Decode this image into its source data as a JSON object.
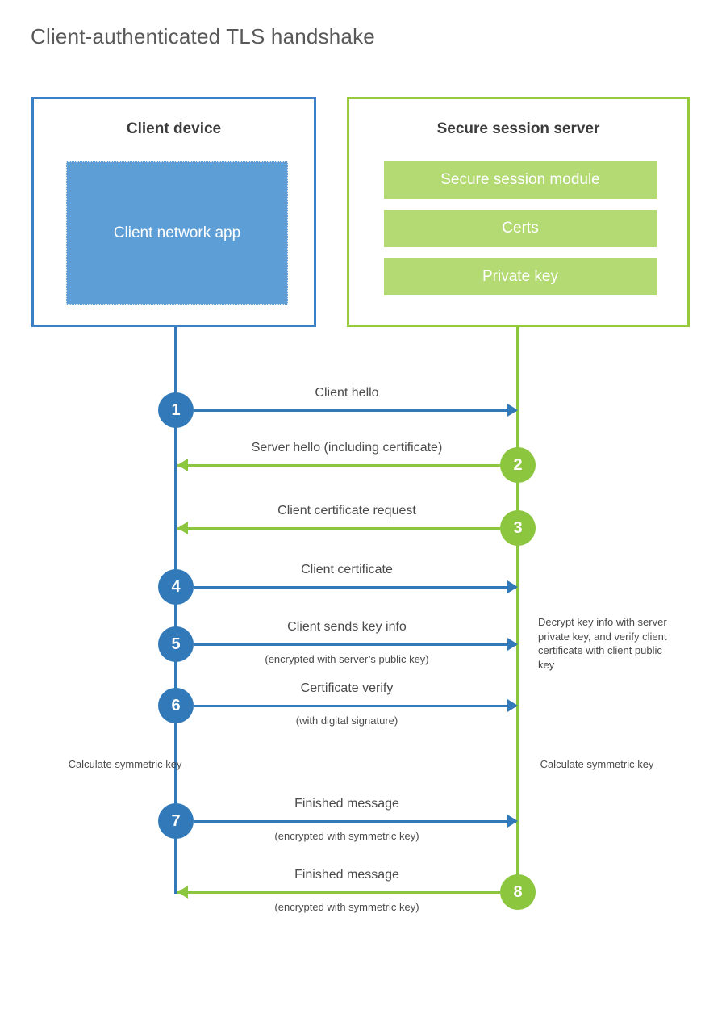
{
  "title": "Client-authenticated TLS handshake",
  "colors": {
    "blue_border": "#3b7fc4",
    "blue_line": "#3179b8",
    "blue_fill": "#5e9ed6",
    "green_border": "#97c93d",
    "green_line": "#8cc63e",
    "green_fill": "#b4da73",
    "title_text": "#595959",
    "body_text": "#4a4a4a"
  },
  "client": {
    "title": "Client device",
    "app_label": "Client network app"
  },
  "server": {
    "title": "Secure session server",
    "modules": [
      {
        "label": "Secure session module"
      },
      {
        "label": "Certs"
      },
      {
        "label": "Private key"
      }
    ]
  },
  "steps": [
    {
      "number": "1",
      "label": "Client hello",
      "sub": "",
      "direction": "client-to-server",
      "color": "blue"
    },
    {
      "number": "2",
      "label": "Server hello (including certificate)",
      "sub": "",
      "direction": "server-to-client",
      "color": "green"
    },
    {
      "number": "3",
      "label": "Client certificate request",
      "sub": "",
      "direction": "server-to-client",
      "color": "green"
    },
    {
      "number": "4",
      "label": "Client certificate",
      "sub": "",
      "direction": "client-to-server",
      "color": "blue"
    },
    {
      "number": "5",
      "label": "Client sends key info",
      "sub": "(encrypted with server’s public key)",
      "direction": "client-to-server",
      "color": "blue"
    },
    {
      "number": "6",
      "label": "Certificate verify",
      "sub": "(with digital signature)",
      "direction": "client-to-server",
      "color": "blue"
    },
    {
      "number": "7",
      "label": "Finished message",
      "sub": "(encrypted with symmetric key)",
      "direction": "client-to-server",
      "color": "blue"
    },
    {
      "number": "8",
      "label": "Finished message",
      "sub": "(encrypted with symmetric key)",
      "direction": "server-to-client",
      "color": "green"
    }
  ],
  "notes": {
    "server_decrypt": "Decrypt key info with server private key, and verify client certificate with client public key",
    "client_calculate": "Calculate symmetric key",
    "server_calculate": "Calculate symmetric key"
  }
}
